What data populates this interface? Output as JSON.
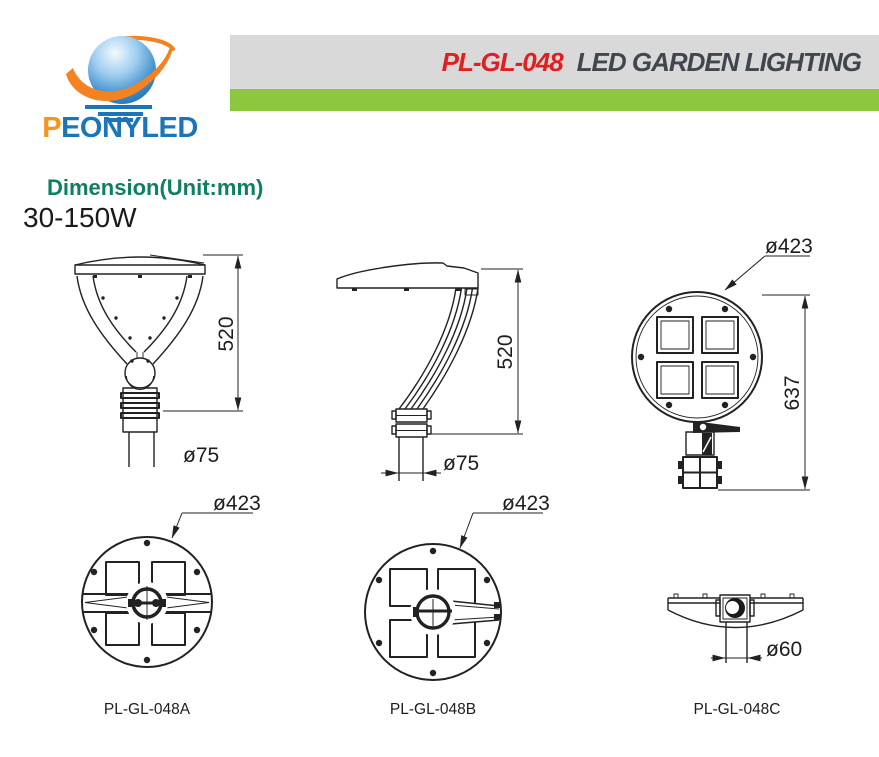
{
  "logo": {
    "brand_first": "P",
    "brand_rest": "EONYLED"
  },
  "header": {
    "model": "PL-GL-048",
    "product": "LED GARDEN LIGHTING"
  },
  "meta": {
    "dimension_label": "Dimension(Unit:mm)",
    "wattage": "30-150W"
  },
  "drawings": {
    "side_a": {
      "height": "520",
      "pole_diameter": "ø75"
    },
    "side_b": {
      "height": "520",
      "pole_diameter": "ø75"
    },
    "front_c": {
      "diameter": "ø423",
      "height": "637"
    },
    "bottom_a": {
      "diameter": "ø423",
      "caption": "PL-GL-048A"
    },
    "bottom_b": {
      "diameter": "ø423",
      "caption": "PL-GL-048B"
    },
    "bottom_c": {
      "diameter": "ø60",
      "caption": "PL-GL-048C"
    }
  },
  "colors": {
    "accent_red": "#e02020",
    "green_bar": "#8dc63f",
    "banner_gray": "#d9d9d9",
    "dimension_green": "#0e7f62",
    "logo_blue": "#1b75bb",
    "logo_orange": "#f7941d",
    "title_gray": "#40464e",
    "line_color": "#222222"
  }
}
